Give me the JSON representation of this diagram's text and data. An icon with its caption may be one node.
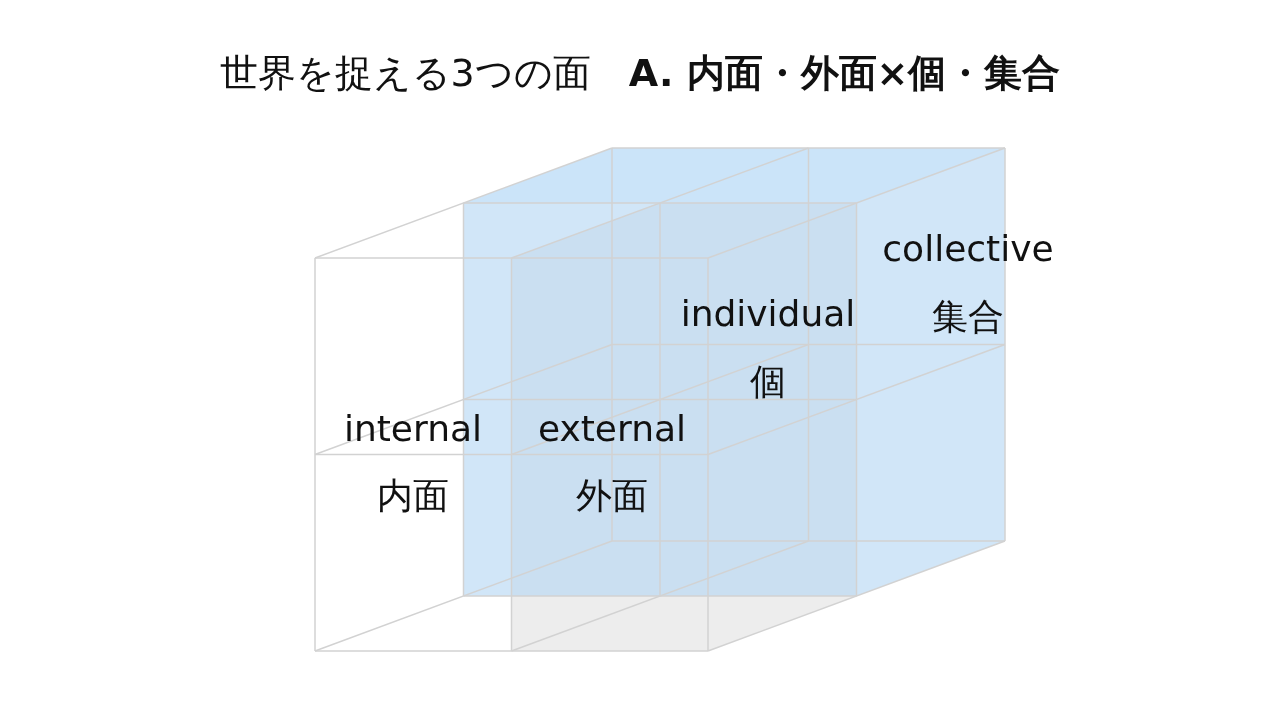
{
  "diagram": {
    "title": "世界を捉える3つの面　**A. 内面・外面×個・集合**",
    "labels": [
      "collective",
      "individual",
      "集合",
      "個",
      "internal",
      "external",
      "内面",
      "外面"
    ]
  }
}
